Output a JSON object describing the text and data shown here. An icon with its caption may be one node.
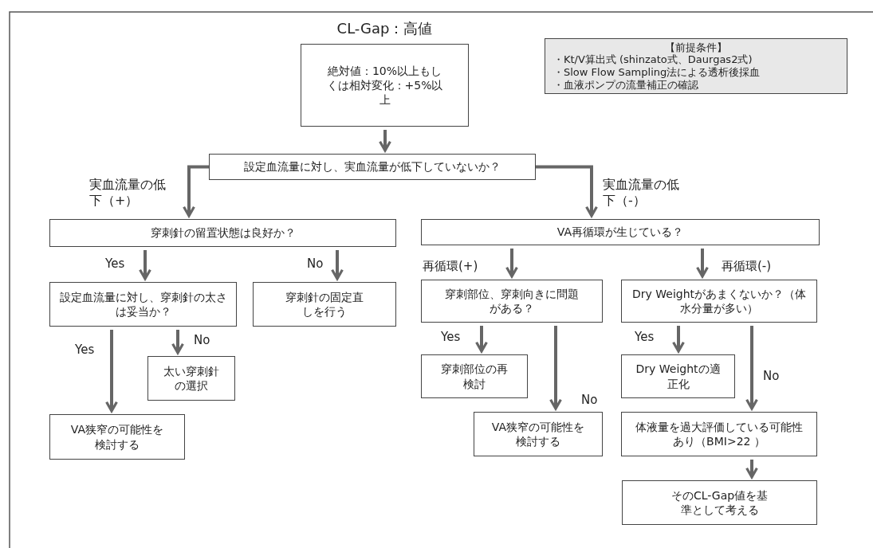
{
  "diagram": {
    "nodes": [
      {
        "text": [
          "CL-Gap：高値",
          "絶対値：10%以上もしくは相対変化：+5%以上"
        ]
      },
      {
        "text": [
          "【前提条件】",
          "・Kt/V算出式 (shinzato式、Daurgas2式)",
          "・Slow Flow Sampling法による透析後採血",
          "・血液ポンプの流量補正の確認"
        ]
      },
      {
        "text": [
          "設定血流量に対し、実血流量が低下していないか？"
        ]
      },
      {
        "text": [
          "穿刺針の留置状態は良好か？"
        ]
      },
      {
        "text": [
          "VA再循環が生じている？"
        ]
      },
      {
        "text": [
          "設定血流量に対し、穿刺針の太さは妥当か？"
        ]
      },
      {
        "text": [
          "穿刺針の固定直しを行う"
        ]
      },
      {
        "text": [
          "太い穿刺針の選択"
        ]
      },
      {
        "text": [
          "VA狭窄の可能性を検討する"
        ]
      },
      {
        "text": [
          "穿刺部位、穿刺向きに問題がある？"
        ]
      },
      {
        "text": [
          "Dry Weightがあまくないか？（体水分量が多い）"
        ]
      },
      {
        "text": [
          "穿刺部位の再検討"
        ]
      },
      {
        "text": [
          "VA狭窄の可能性を検討する"
        ]
      },
      {
        "text": [
          "Dry Weightの適正化"
        ]
      },
      {
        "text": [
          "体液量を過大評価している可能性あり（BMI>22 ）"
        ]
      },
      {
        "text": [
          "そのCL-Gap値を基準として考える"
        ]
      }
    ],
    "edges": [
      {
        "from": 0,
        "to": 2,
        "arrow": "to"
      },
      {
        "from": 2,
        "to": 3,
        "arrow": "to",
        "label": "実血流量の低下（+）"
      },
      {
        "from": 2,
        "to": 4,
        "arrow": "to",
        "label": "実血流量の低下（-）"
      },
      {
        "from": 3,
        "to": 5,
        "arrow": "to",
        "label": "Yes"
      },
      {
        "from": 3,
        "to": 6,
        "arrow": "to",
        "label": "No"
      },
      {
        "from": 5,
        "to": 8,
        "arrow": "to",
        "label": "Yes"
      },
      {
        "from": 5,
        "to": 7,
        "arrow": "to",
        "label": "No"
      },
      {
        "from": 4,
        "to": 9,
        "arrow": "to",
        "label": "再循環(+)"
      },
      {
        "from": 4,
        "to": 10,
        "arrow": "to",
        "label": "再循環(-)"
      },
      {
        "from": 9,
        "to": 11,
        "arrow": "to",
        "label": "Yes"
      },
      {
        "from": 9,
        "to": 12,
        "arrow": "to",
        "label": "No"
      },
      {
        "from": 10,
        "to": 13,
        "arrow": "to",
        "label": "Yes"
      },
      {
        "from": 10,
        "to": 14,
        "arrow": "to",
        "label": "No"
      },
      {
        "from": 14,
        "to": 15,
        "arrow": "to"
      }
    ]
  }
}
